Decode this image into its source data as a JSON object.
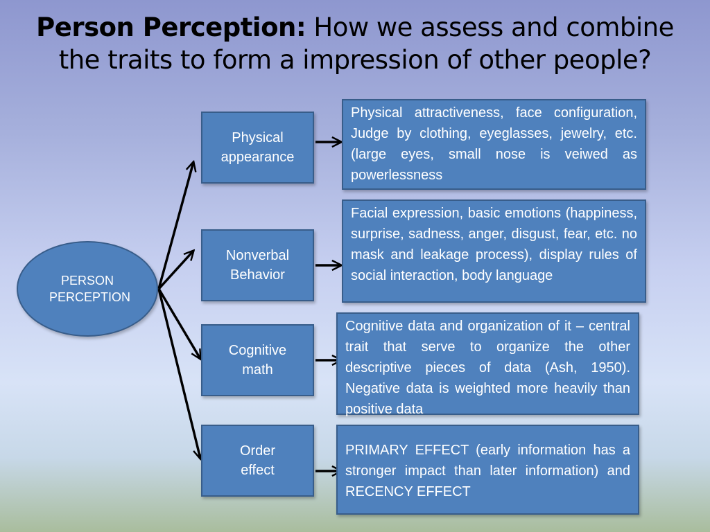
{
  "title": {
    "bold": "Person Perception:",
    "rest": " How we assess and combine the traits to form a impression of other people?"
  },
  "center": {
    "label": "PERSON PERCEPTION"
  },
  "categories": [
    {
      "label": "Physical appearance"
    },
    {
      "label": "Nonverbal Behavior"
    },
    {
      "label": "Cognitive math"
    },
    {
      "label": "Order effect"
    }
  ],
  "details": [
    {
      "text": "Physical attractiveness, face configuration, Judge by clothing, eyeglasses, jewelry, etc. (large eyes, small nose is veiwed as powerlessness"
    },
    {
      "text": "Facial expression, basic emotions (happiness, surprise, sadness, anger, disgust, fear, etc. no mask and leakage process), display rules of social interaction, body language"
    },
    {
      "text": "Cognitive data and organization of it – central trait that serve to organize the other descriptive pieces of data (Ash, 1950).  Negative data is weighted more heavily than positive data"
    },
    {
      "text": "PRIMARY EFFECT (early information has a stronger impact than later information) and RECENCY EFFECT"
    }
  ],
  "colors": {
    "shape_fill": "#4f81bd",
    "shape_border": "#385d8a",
    "arrow": "#000000"
  }
}
